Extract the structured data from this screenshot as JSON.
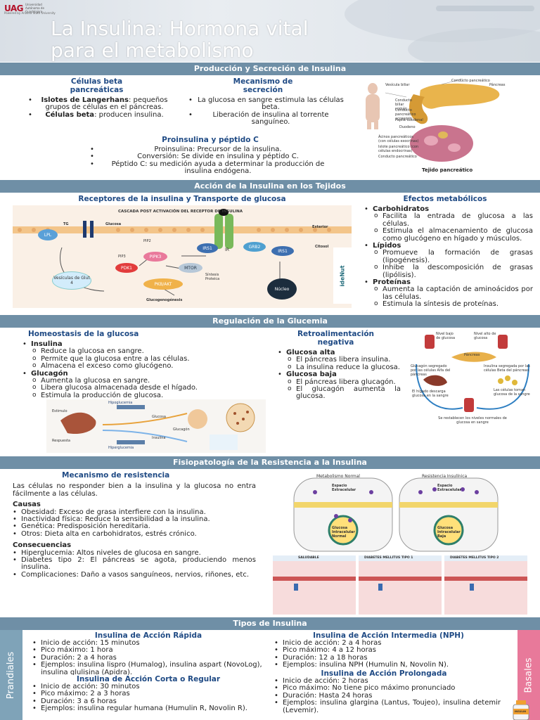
{
  "header": {
    "logo": "UAG",
    "logo_sub": "Universidad Autónoma de Guadalajara",
    "powered": "Powered by Arizona State University",
    "title_line1": "La Insulina: Hormona vital",
    "title_line2": "para el metabolismo"
  },
  "s1": {
    "band": "Producción y Secreción de Insulina",
    "beta": {
      "title_l1": "Células beta",
      "title_l2": "pancreáticas",
      "items": [
        {
          "bold": "Islotes de Langerhans",
          "text": ": pequeños grupos de células en el páncreas."
        },
        {
          "bold": "Células beta",
          "text": ": producen insulina."
        }
      ]
    },
    "mech": {
      "title_l1": "Mecanismo de",
      "title_l2": "secreción",
      "items": [
        "La glucosa en sangre estimula las células beta.",
        "Liberación de insulina al torrente sanguíneo."
      ]
    },
    "pro": {
      "title": "Proinsulina y péptido C",
      "items": [
        "Proinsulina: Precursor de la insulina.",
        "Conversión: Se divide en insulina y péptido C.",
        "Péptido C: su medición ayuda a determinar la producción de insulina endógena."
      ]
    },
    "fig": {
      "labels": [
        "Vesícula biliar",
        "Conducto biliar común",
        "Conducto pancreático",
        "Páncreas",
        "Conducto pancreático accesorio",
        "Papila duodenal",
        "Duodeno",
        "Ácinos pancreáticos (con células exocrinas)",
        "Islote pancreático (con células endocrinas)",
        "Conducto pancreático"
      ],
      "caption": "Tejido pancreático"
    }
  },
  "s2": {
    "band": "Acción de la Insulina en los Tejidos",
    "rec": {
      "title": "Receptores de la insulina y Transporte de glucosa",
      "diagram_title": "CASCADA POST ACTIVACIÓN DEL RECEPTOR DE INSULINA",
      "labels": {
        "tg": "TG",
        "glucosa": "Glucosa",
        "exterior": "Exterior",
        "citosol": "Citosol",
        "lpl": "LPL",
        "pip2": "PIP2",
        "pip3": "PIP3",
        "irs1a": "IRS1",
        "irs1b": "IRS1",
        "grb2": "GRB2",
        "pipk3": "PIPK3",
        "pdk1": "PDK1",
        "mtor": "MTOR",
        "sintesis": "Síntesis Proteica",
        "vesiculas": "Vesículas de Glut 4",
        "pkb": "PKB/AKT",
        "nucleo": "Núcleo",
        "gluco": "Glucogenogénesis",
        "ir": "IR",
        "brand": "ideNut"
      }
    },
    "eff": {
      "title": "Efectos metabólicos",
      "groups": [
        {
          "name": "Carbohidratos",
          "items": [
            "Facilita la entrada de glucosa a las células.",
            "Estimula el almacenamiento de glucosa como glucógeno en hígado y músculos."
          ]
        },
        {
          "name": "Lípidos",
          "items": [
            "Promueve la formación de grasas (lipogénesis).",
            "Inhibe la descomposición de grasas (lipólisis)."
          ]
        },
        {
          "name": "Proteínas",
          "items": [
            "Aumenta la captación de aminoácidos por las células.",
            "Estimula la síntesis de proteínas."
          ]
        }
      ]
    }
  },
  "s3": {
    "band": "Regulación de la Glucemia",
    "home": {
      "title": "Homeostasis de la glucosa",
      "groups": [
        {
          "name": "Insulina",
          "items": [
            "Reduce la glucosa en sangre.",
            "Permite que la glucosa entre a las células.",
            "Almacena el exceso como glucógeno."
          ]
        },
        {
          "name": "Glucagón",
          "items": [
            "Aumenta la glucosa en sangre.",
            "Libera glucosa almacenada desde el hígado.",
            "Estimula la producción de glucosa."
          ]
        }
      ]
    },
    "retro": {
      "title_l1": "Retroalimentación",
      "title_l2": "negativa",
      "groups": [
        {
          "name": "Glucosa alta",
          "items": [
            "El páncreas libera insulina.",
            "La insulina reduce la glucosa."
          ]
        },
        {
          "name": "Glucosa baja",
          "items": [
            "El páncreas libera glucagón.",
            "El glucagón aumenta la glucosa."
          ]
        }
      ]
    },
    "cycle": {
      "labels": [
        "Nivel bajo de glucosa",
        "Nivel alto de glucosa",
        "Páncreas",
        "Glucagón segregado por las células Alfa del páncreas",
        "Insulina segregada por las células Beta del páncreas",
        "El hígado descarga glucosa en la sangre",
        "Las células toman glucosa de la sangre",
        "Se restablecen los niveles normales de glucosa en sangre"
      ]
    },
    "mini": {
      "labels": [
        "Hipoglucemia",
        "Hiperglucemia",
        "Glucosa",
        "Insulina",
        "Glucagón",
        "Respuesta",
        "Estimulo"
      ]
    }
  },
  "s4": {
    "band": "Fisiopatología de la Resistencia a la Insulina",
    "mech": {
      "title": "Mecanismo de resistencia",
      "intro": "Las células no responder bien a la insulina y la glucosa no entra fácilmente a las células.",
      "causes_title": "Causas",
      "causes": [
        "Obesidad: Exceso de grasa interfiere con la insulina.",
        "Inactividad física: Reduce la sensibilidad a la insulina.",
        "Genética: Predisposición hereditaria.",
        "Otros: Dieta alta en carbohidratos, estrés crónico."
      ],
      "cons_title": "Consecuencias",
      "cons": [
        "Hiperglucemia: Altos niveles de glucosa en sangre.",
        "Diabetes tipo 2: El páncreas se agota, produciendo menos insulina.",
        "Complicaciones: Daño a vasos sanguíneos, nervios, riñones, etc."
      ]
    },
    "fig": {
      "normal": "Metabolismo Normal",
      "resist": "Resistencia Insulínica",
      "espacio": "Espacio Extracelular",
      "glucosa_normal": "Glucosa Intracelular Normal",
      "glucosa_baja": "Glucosa Intracelular Baja",
      "panel1": "SALUDABLE",
      "panel2": "DIABETES MELLITUS TIPO 1",
      "panel3": "DIABETES MELLITUS TIPO 2"
    }
  },
  "s5": {
    "band": "Tipos de Insulina",
    "left_tag": "Prandiales",
    "right_tag": "Basales",
    "rapid": {
      "title": "Insulina de Acción Rápida",
      "items": [
        "Inicio de acción: 15 minutos",
        "Pico máximo: 1 hora",
        "Duración: 2 a 4 horas",
        "Ejemplos: insulina lispro (Humalog), insulina aspart (NovoLog), insulina glulisina (Apidra)."
      ]
    },
    "regular": {
      "title": "Insulina de Acción Corta o Regular",
      "items": [
        "Inicio de acción: 30 minutos",
        "Pico máximo: 2 a 3 horas",
        "Duración: 3 a 6 horas",
        "Ejemplos: insulina regular humana (Humulin R, Novolin R)."
      ]
    },
    "nph": {
      "title": "Insulina de Acción Intermedia (NPH)",
      "items": [
        "Inicio de acción: 2 a 4 horas",
        "Pico máximo: 4 a 12 horas",
        "Duración: 12 a 18 horas",
        "Ejemplos: insulina NPH (Humulin N, Novolin N)."
      ]
    },
    "prolong": {
      "title": "Insulina de Acción Prolongada",
      "items": [
        "Inicio de acción: 2 horas",
        "Pico máximo: No tiene pico máximo pronunciado",
        "Duración: Hasta 24 horas",
        "Ejemplos: insulina glargina (Lantus, Toujeo), insulina detemir (Levemir)."
      ]
    },
    "vial": "INSULIN"
  }
}
